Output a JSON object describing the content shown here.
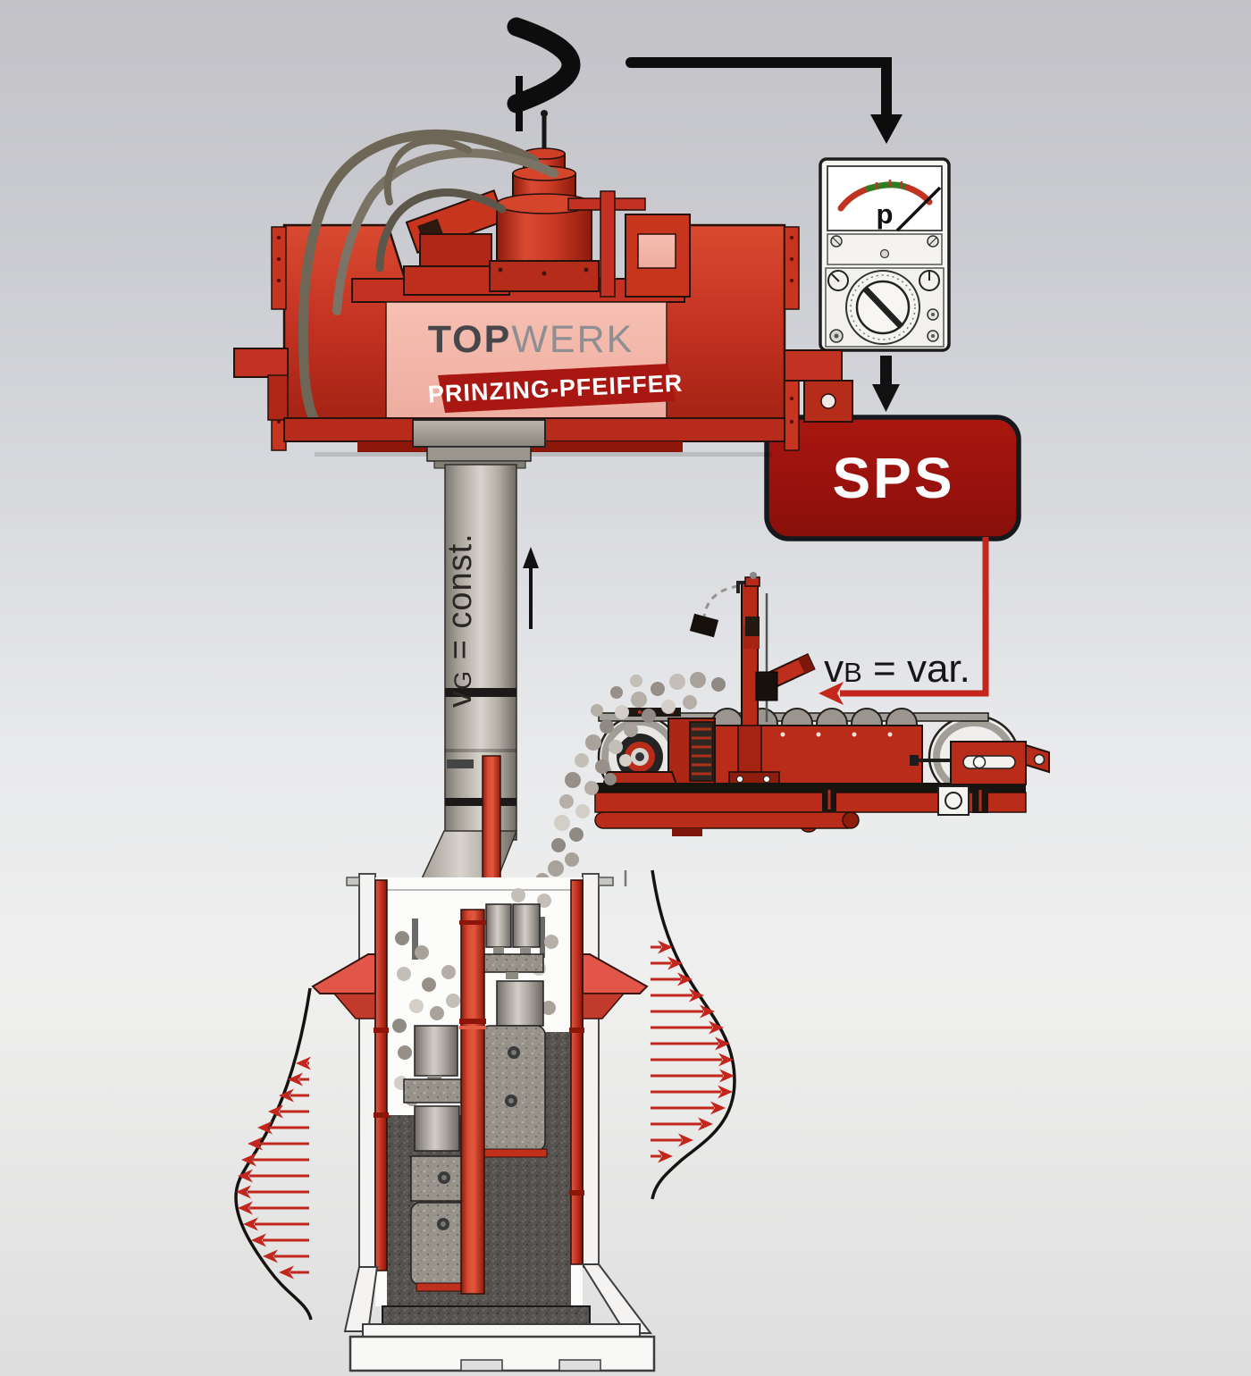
{
  "flow": {
    "pressure_symbol": "p"
  },
  "gauge": {
    "label": "p"
  },
  "sps_box": {
    "label": "SPS"
  },
  "machine": {
    "brand_bold": "TOP",
    "brand_light": "WERK",
    "banner": "PRINZING-PFEIFFER"
  },
  "labels": {
    "shaft_speed": {
      "v": "v",
      "sub": "G",
      "rest": " = const."
    },
    "belt_speed": {
      "v": "v",
      "sub": "B",
      "rest": " = var."
    }
  },
  "colors": {
    "machine_red": "#b92c1a",
    "sps_red": "#9a120d",
    "panel_salmon": "#f3b9ab",
    "signal_black": "#0d0d0d",
    "feedback_red": "#c2261c",
    "scale_green": "#2e7d24"
  }
}
